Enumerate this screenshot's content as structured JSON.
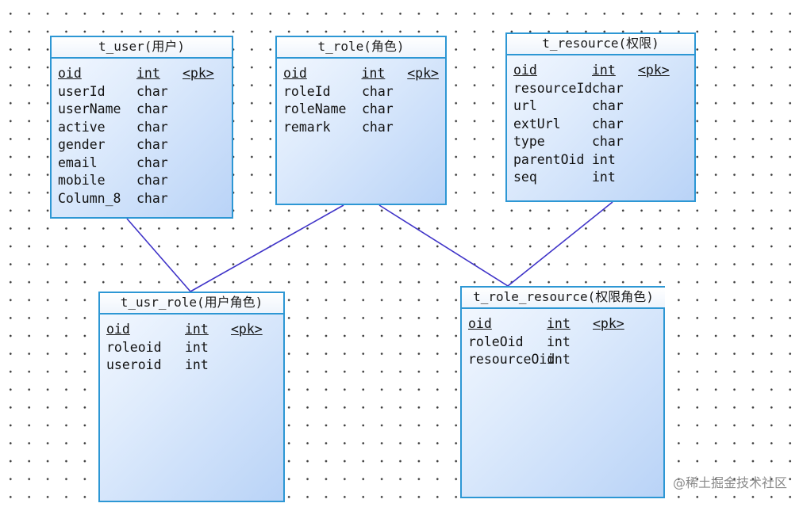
{
  "tables": [
    {
      "id": "t_user",
      "title": "t_user(用户)",
      "columns": [
        {
          "name": "oid",
          "type": "int",
          "key": "<pk>"
        },
        {
          "name": "userId",
          "type": "char",
          "key": ""
        },
        {
          "name": "userName",
          "type": "char",
          "key": ""
        },
        {
          "name": "active",
          "type": "char",
          "key": ""
        },
        {
          "name": "gender",
          "type": "char",
          "key": ""
        },
        {
          "name": "email",
          "type": "char",
          "key": ""
        },
        {
          "name": "mobile",
          "type": "char",
          "key": ""
        },
        {
          "name": "Column_8",
          "type": "char",
          "key": ""
        }
      ]
    },
    {
      "id": "t_role",
      "title": "t_role(角色)",
      "columns": [
        {
          "name": "oid",
          "type": "int",
          "key": "<pk>"
        },
        {
          "name": "roleId",
          "type": "char",
          "key": ""
        },
        {
          "name": "roleName",
          "type": "char",
          "key": ""
        },
        {
          "name": "remark",
          "type": "char",
          "key": ""
        }
      ]
    },
    {
      "id": "t_resource",
      "title": "t_resource(权限)",
      "columns": [
        {
          "name": "oid",
          "type": "int",
          "key": "<pk>"
        },
        {
          "name": "resourceId",
          "type": "char",
          "key": ""
        },
        {
          "name": "url",
          "type": "char",
          "key": ""
        },
        {
          "name": "extUrl",
          "type": "char",
          "key": ""
        },
        {
          "name": "type",
          "type": "char",
          "key": ""
        },
        {
          "name": "parentOid",
          "type": "int",
          "key": ""
        },
        {
          "name": "seq",
          "type": "int",
          "key": ""
        }
      ]
    },
    {
      "id": "t_usr_role",
      "title": "t_usr_role(用户角色)",
      "columns": [
        {
          "name": "oid",
          "type": "int",
          "key": "<pk>"
        },
        {
          "name": "roleoid",
          "type": "int",
          "key": ""
        },
        {
          "name": "useroid",
          "type": "int",
          "key": ""
        }
      ]
    },
    {
      "id": "t_role_resource",
      "title": "t_role_resource(权限角色)",
      "columns": [
        {
          "name": "oid",
          "type": "int",
          "key": "<pk>"
        },
        {
          "name": "roleOid",
          "type": "int",
          "key": ""
        },
        {
          "name": "resourceOid",
          "type": "int",
          "key": ""
        }
      ]
    }
  ],
  "relationships": [
    {
      "from": "t_user",
      "to": "t_usr_role"
    },
    {
      "from": "t_role",
      "to": "t_usr_role"
    },
    {
      "from": "t_role",
      "to": "t_role_resource"
    },
    {
      "from": "t_resource",
      "to": "t_role_resource"
    }
  ],
  "colors": {
    "border": "#2d97d4",
    "link": "#3f33c8",
    "grid_dot": "#3a3a3a"
  },
  "watermark": "@稀土掘金技术社区"
}
